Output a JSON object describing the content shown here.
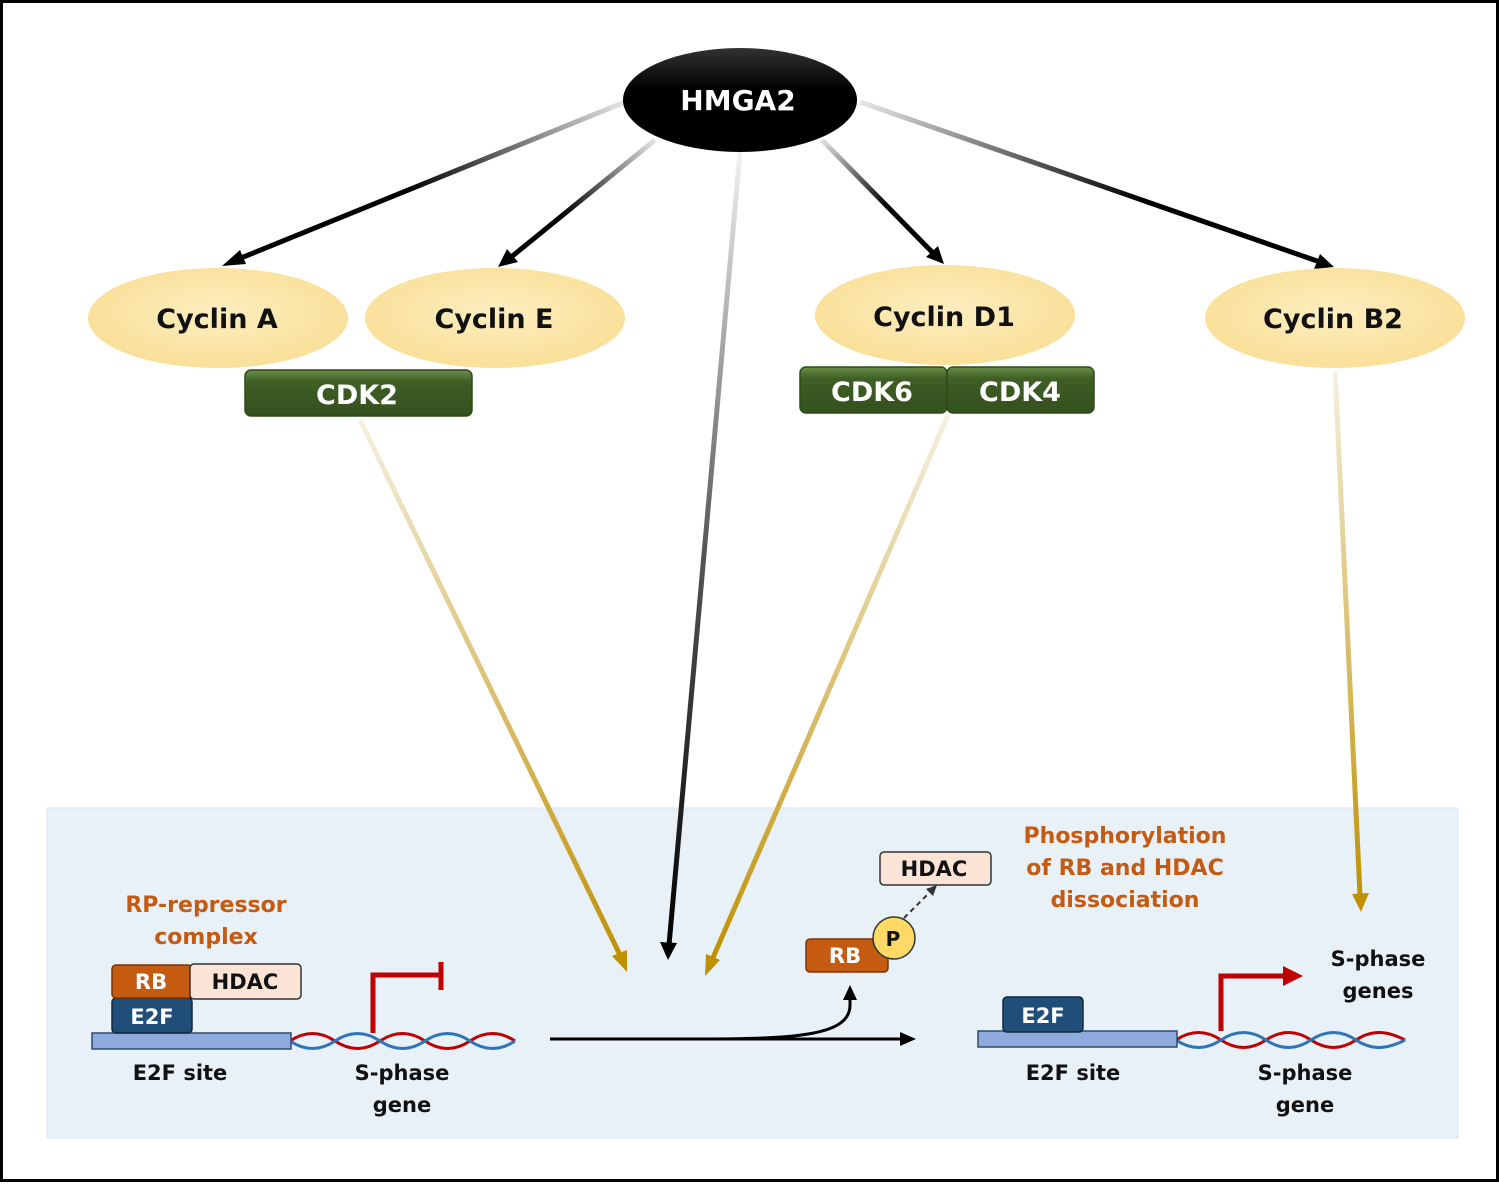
{
  "hub": {
    "label": "HMGA2"
  },
  "cyclins": {
    "a": "Cyclin A",
    "e": "Cyclin E",
    "d1": "Cyclin D1",
    "b2": "Cyclin B2"
  },
  "cdks": {
    "cdk2": "CDK2",
    "cdk6": "CDK6",
    "cdk4": "CDK4"
  },
  "left_complex": {
    "caption_line1": "RP-repressor",
    "caption_line2": "complex",
    "rb": "RB",
    "hdac": "HDAC",
    "e2f": "E2F",
    "site_label": "E2F site",
    "gene_line1": "S-phase",
    "gene_line2": "gene"
  },
  "middle": {
    "caption_line1": "Phosphorylation",
    "caption_line2": "of RB and HDAC",
    "caption_line3": "dissociation",
    "hdac": "HDAC",
    "rb": "RB",
    "p": "P"
  },
  "right_complex": {
    "e2f": "E2F",
    "site_label": "E2F site",
    "gene_line1": "S-phase",
    "gene_line2": "gene",
    "genes_line1": "S-phase",
    "genes_line2": "genes"
  },
  "colors": {
    "cyclin_fill": "#fbe5a6",
    "cdk_fill": "#3f5f25",
    "rb_fill": "#c55a11",
    "hdac_fill": "#fbe3d6",
    "e2f_fill": "#1f4e79",
    "site_fill": "#8faadc",
    "panel_fill": "#e8f0f8",
    "caption_orange": "#c55a11",
    "promoter_red": "#c00000",
    "gold_arrow": "#bf9000",
    "p_fill": "#ffd966"
  }
}
